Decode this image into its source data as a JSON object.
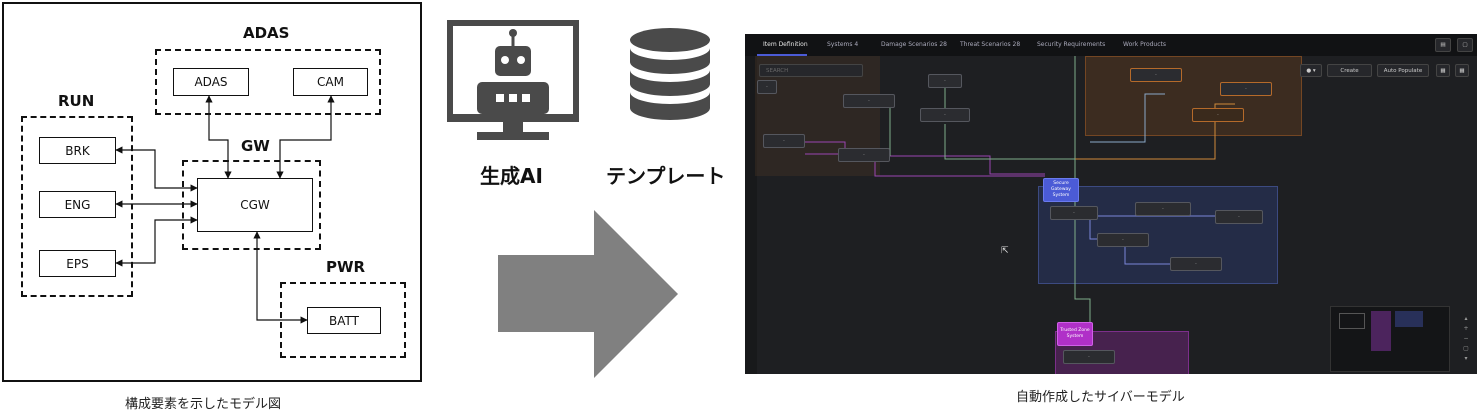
{
  "model_diagram": {
    "groups": {
      "adas": "ADAS",
      "run": "RUN",
      "gw": "GW",
      "pwr": "PWR"
    },
    "boxes": {
      "adas": "ADAS",
      "cam": "CAM",
      "brk": "BRK",
      "eng": "ENG",
      "eps": "EPS",
      "cgw": "CGW",
      "batt": "BATT"
    },
    "caption": "構成要素を示したモデル図"
  },
  "inputs": {
    "ai_label": "生成AI",
    "template_label": "テンプレート"
  },
  "cyber_model": {
    "caption": "自動作成したサイバーモデル",
    "tabs": [
      "Item Definition",
      "Systems 4",
      "Damage Scenarios 28",
      "Threat Scenarios 28",
      "Security Requirements",
      "Work Products"
    ],
    "search_placeholder": "SEARCH",
    "create_label": "Create",
    "auto_populate_label": "Auto Populate",
    "zone_labels": {
      "secure_gateway": "Secure Gateway System",
      "trusted_zone": "Trusted Zone System"
    },
    "colors": {
      "background": "#1e1f22",
      "topbar": "#111214",
      "accent_blue": "#4b5bd6",
      "accent_purple": "#b030c8",
      "accent_orange": "#c8641e",
      "line_green": "#7fae8a",
      "line_purple": "#a04ab8",
      "line_orange": "#d08a3a"
    }
  }
}
